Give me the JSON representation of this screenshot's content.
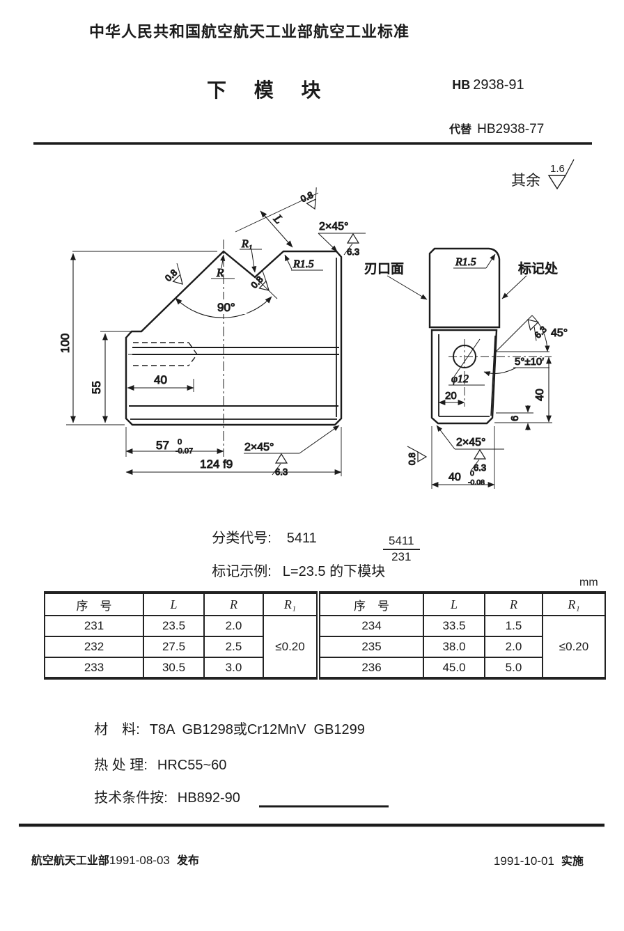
{
  "colors": {
    "ink": "#1b1b1b",
    "paper": "#ffffff"
  },
  "header": {
    "org": "中华人民共和国航空航天工业部航空工业标准",
    "title": "下 模 块",
    "code_prefix": "HB",
    "code_number": "2938-91",
    "replaces_label": "代替",
    "replaces_code": "HB2938-77"
  },
  "drawing": {
    "surface_note": {
      "label": "其余",
      "value": "1.6"
    },
    "front": {
      "angle90": "90°",
      "r": "R",
      "r1": "R₁",
      "r15": "R1.5",
      "l": "L",
      "rough08": "0.8",
      "rough63": "6.3",
      "chamfer": "2×45°",
      "h100": "100",
      "h55": "55",
      "d40": "40",
      "w57": "57",
      "w57_tol_top": "0",
      "w57_tol_bot": "-0.07",
      "w124": "124 f9"
    },
    "side": {
      "edge_face": "刃口面",
      "mark_spot": "标记处",
      "r15": "R1.5",
      "angle45": "45°",
      "draft": "5°±10′",
      "hole": "φ12",
      "d20": "20",
      "h40": "40",
      "h6": "6",
      "w40": "40",
      "w40_tol_top": "0",
      "w40_tol_bot": "-0.08",
      "rough08": "0.8",
      "rough63": "6.3",
      "chamfer": "2×45°"
    }
  },
  "classification": {
    "label": "分类代号:",
    "value": "5411"
  },
  "marking": {
    "label": "标记示例:",
    "example": "L=23.5 的下模块",
    "fraction_top": "5411",
    "fraction_bottom": "231"
  },
  "table": {
    "unit": "mm",
    "headers": [
      "序　号",
      "L",
      "R",
      "R₁"
    ],
    "left": {
      "rows": [
        [
          "231",
          "23.5",
          "2.0"
        ],
        [
          "232",
          "27.5",
          "2.5"
        ],
        [
          "233",
          "30.5",
          "3.0"
        ]
      ],
      "r1": "≤0.20"
    },
    "right": {
      "rows": [
        [
          "234",
          "33.5",
          "1.5"
        ],
        [
          "235",
          "38.0",
          "2.0"
        ],
        [
          "236",
          "45.0",
          "5.0"
        ]
      ],
      "r1": "≤0.20"
    }
  },
  "notes": {
    "material_label": "材　料:",
    "material": "T8A  GB1298或Cr12MnV  GB1299",
    "heat_label": "热 处 理:",
    "heat": "HRC55~60",
    "tech_label": "技术条件按:",
    "tech": "HB892-90"
  },
  "footer": {
    "issuer": "航空航天工业部",
    "issue_date": "1991-08-03",
    "issue_label": "发布",
    "impl_date": "1991-10-01",
    "impl_label": "实施"
  }
}
